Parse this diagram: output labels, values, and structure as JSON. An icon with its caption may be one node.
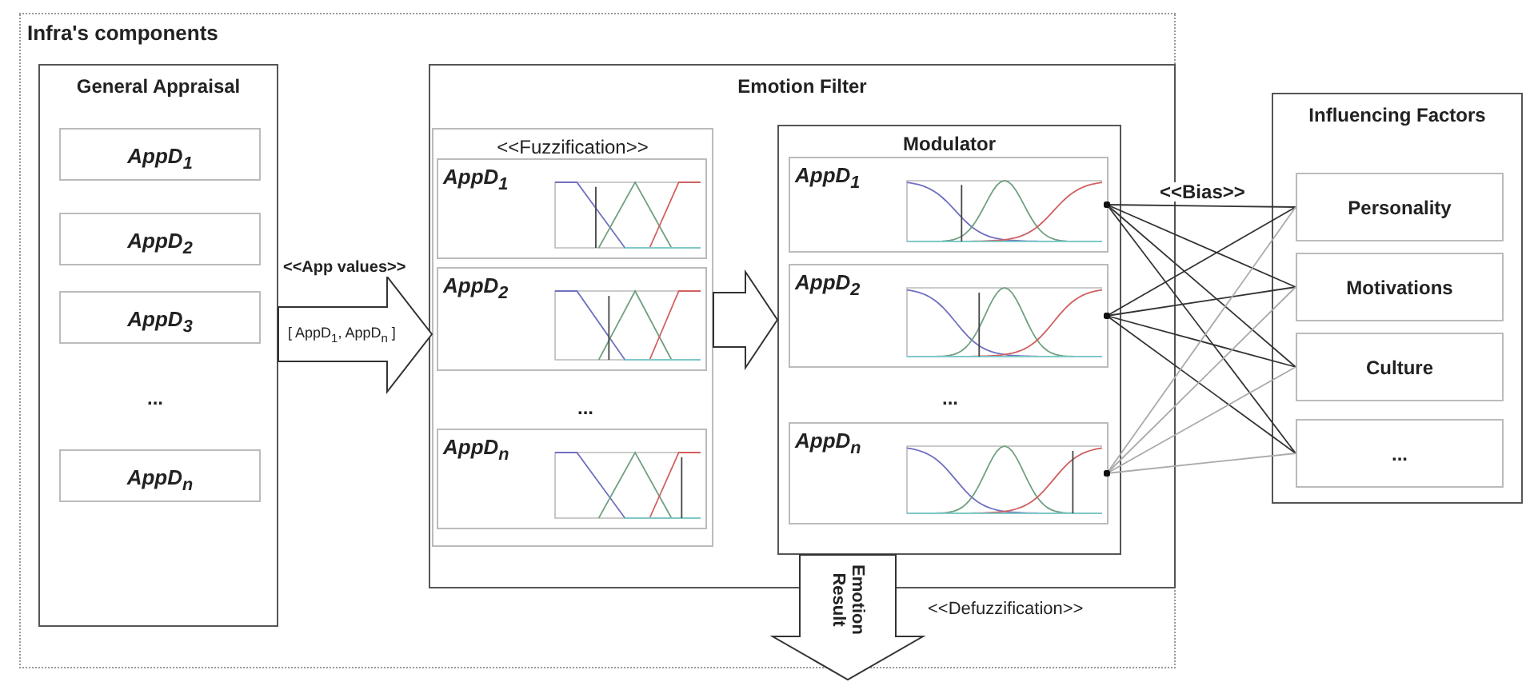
{
  "diagram": {
    "nodes": [
      {
        "text": [
          "Infra's components"
        ]
      },
      {
        "text": [
          "General Appraisal"
        ],
        "in": 0
      },
      {
        "text": [
          "AppD$_{1}$"
        ],
        "in": 1
      },
      {
        "text": [
          "AppD$_{2}$"
        ],
        "in": 1
      },
      {
        "text": [
          "AppD$_{3}$"
        ],
        "in": 1
      },
      {
        "text": [
          "AppD$_{n}$"
        ],
        "in": 1
      },
      {
        "text": [
          "Emotion Filter"
        ],
        "in": 0
      },
      {
        "text": [
          "<<Fuzzification>>"
        ],
        "in": 6
      },
      {
        "text": [
          "AppD$_{1}$"
        ],
        "in": 7
      },
      {
        "text": [
          "AppD$_{2}$"
        ],
        "in": 7
      },
      {
        "text": [
          "AppD$_{n}$"
        ],
        "in": 7
      },
      {
        "text": [
          "Modulator"
        ],
        "in": 6
      },
      {
        "text": [
          "AppD$_{1}$"
        ],
        "in": 11
      },
      {
        "text": [
          "AppD$_{2}$"
        ],
        "in": 11
      },
      {
        "text": [
          "AppD$_{n}$"
        ],
        "in": 11
      },
      {
        "text": [
          "Influencing Factors"
        ]
      },
      {
        "text": [
          "Personality"
        ],
        "in": 15
      },
      {
        "text": [
          "Motivations"
        ],
        "in": 15
      },
      {
        "text": [
          "Culture"
        ],
        "in": 15
      },
      {
        "text": [
          "..."
        ],
        "in": 15
      }
    ],
    "edges": [
      {
        "from": 1,
        "to": 7,
        "arrow": "to",
        "label": "<<App values>>",
        "style": "thick"
      },
      {
        "from": 7,
        "to": 11,
        "arrow": "to",
        "style": "thick"
      },
      {
        "from": 11,
        "to": null,
        "arrow": "to",
        "label": "Emotion Result",
        "style": "thick"
      },
      {
        "from": 12,
        "to": 16,
        "arrow": "other"
      },
      {
        "from": 12,
        "to": 17,
        "arrow": "other"
      },
      {
        "from": 12,
        "to": 18,
        "arrow": "other"
      },
      {
        "from": 12,
        "to": 19,
        "arrow": "other"
      },
      {
        "from": 13,
        "to": 16,
        "arrow": "other"
      },
      {
        "from": 13,
        "to": 17,
        "arrow": "other"
      },
      {
        "from": 13,
        "to": 18,
        "arrow": "other"
      },
      {
        "from": 13,
        "to": 19,
        "arrow": "other"
      },
      {
        "from": 14,
        "to": 16,
        "arrow": "other",
        "color": "#aaaaaa"
      },
      {
        "from": 14,
        "to": 17,
        "arrow": "other",
        "color": "#aaaaaa"
      },
      {
        "from": 14,
        "to": 18,
        "arrow": "other",
        "color": "#aaaaaa"
      },
      {
        "from": 14,
        "to": 19,
        "arrow": "other",
        "color": "#aaaaaa"
      }
    ],
    "labels": [
      "[ AppD$_{1}$, AppD$_{n}$ ]",
      "...",
      "...",
      "...",
      "<<Bias>>",
      "<<Defuzzification>>"
    ]
  }
}
